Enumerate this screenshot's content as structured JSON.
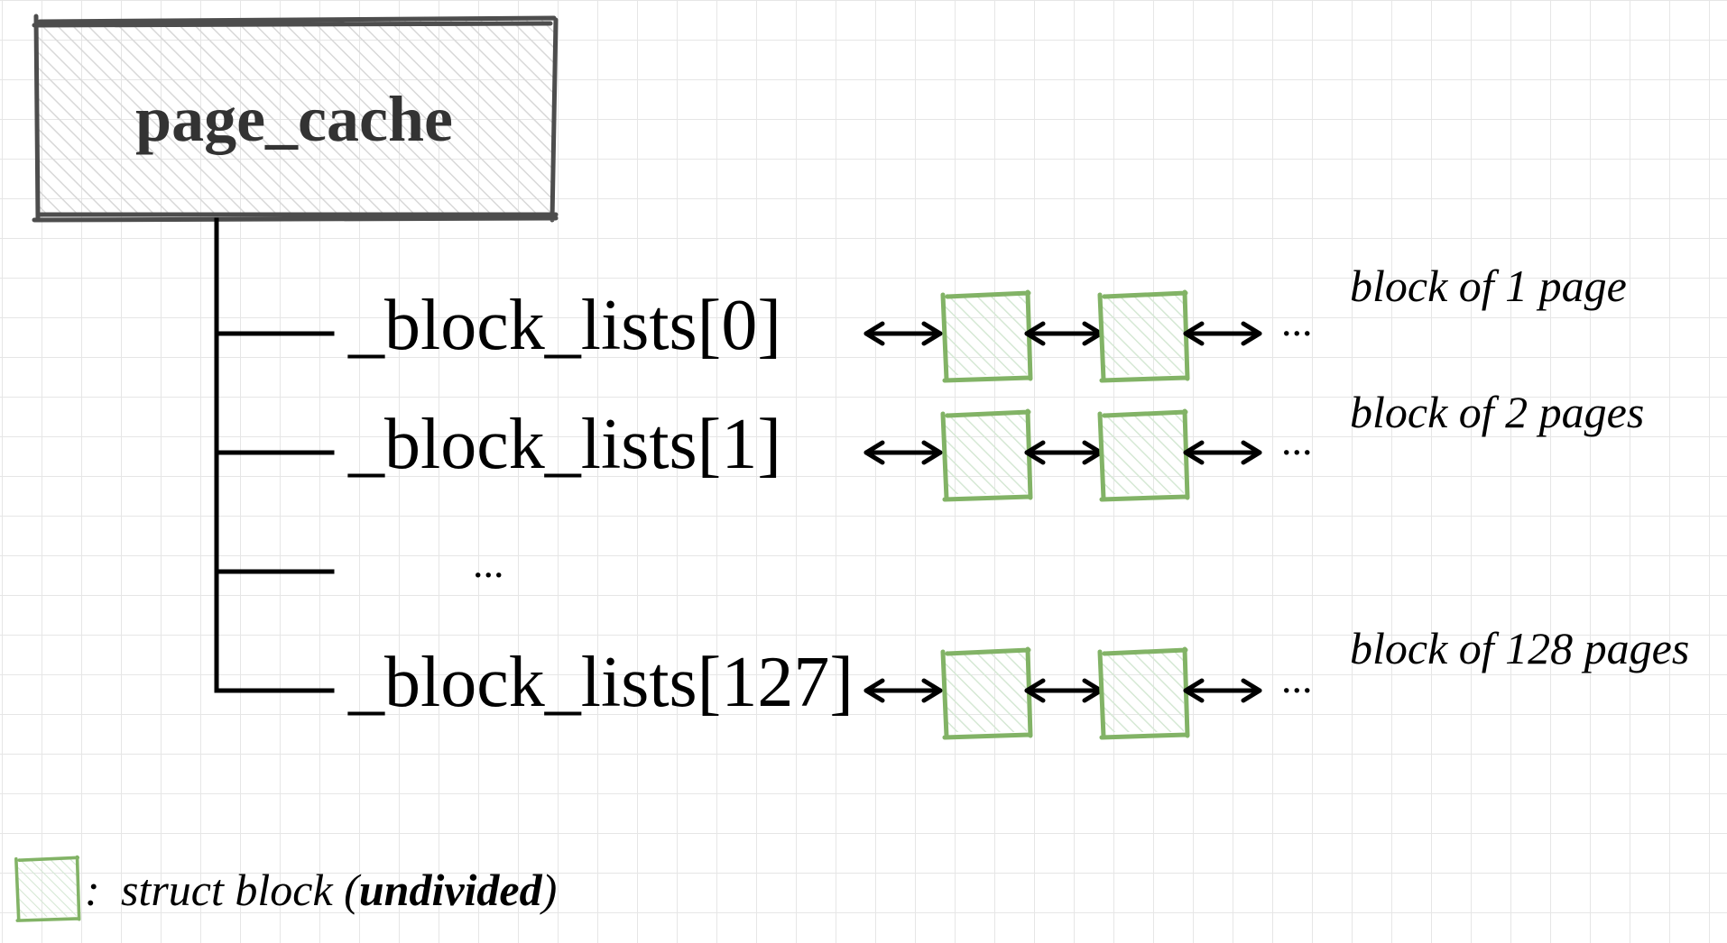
{
  "diagram": {
    "root": {
      "label": "page_cache"
    },
    "lists": [
      {
        "label": "_block_lists[0]",
        "description": "block of 1 page",
        "ellipsis": "..."
      },
      {
        "label": "_block_lists[1]",
        "description": "block of 2 pages",
        "ellipsis": "..."
      },
      {
        "label": "...",
        "description": "",
        "ellipsis": ""
      },
      {
        "label": "_block_lists[127]",
        "description": "block of 128 pages",
        "ellipsis": "..."
      }
    ],
    "legend": {
      "colon": ":",
      "text_before": "struct block (",
      "text_bold": "undivided",
      "text_after": ")"
    },
    "colors": {
      "block_stroke": "#82b366",
      "block_hatch": "#d5e8d4",
      "root_stroke": "#4d4d4d",
      "grid": "#e6e6e6",
      "line": "#000000"
    },
    "icons": [
      "double-arrow-icon",
      "block-icon"
    ]
  }
}
